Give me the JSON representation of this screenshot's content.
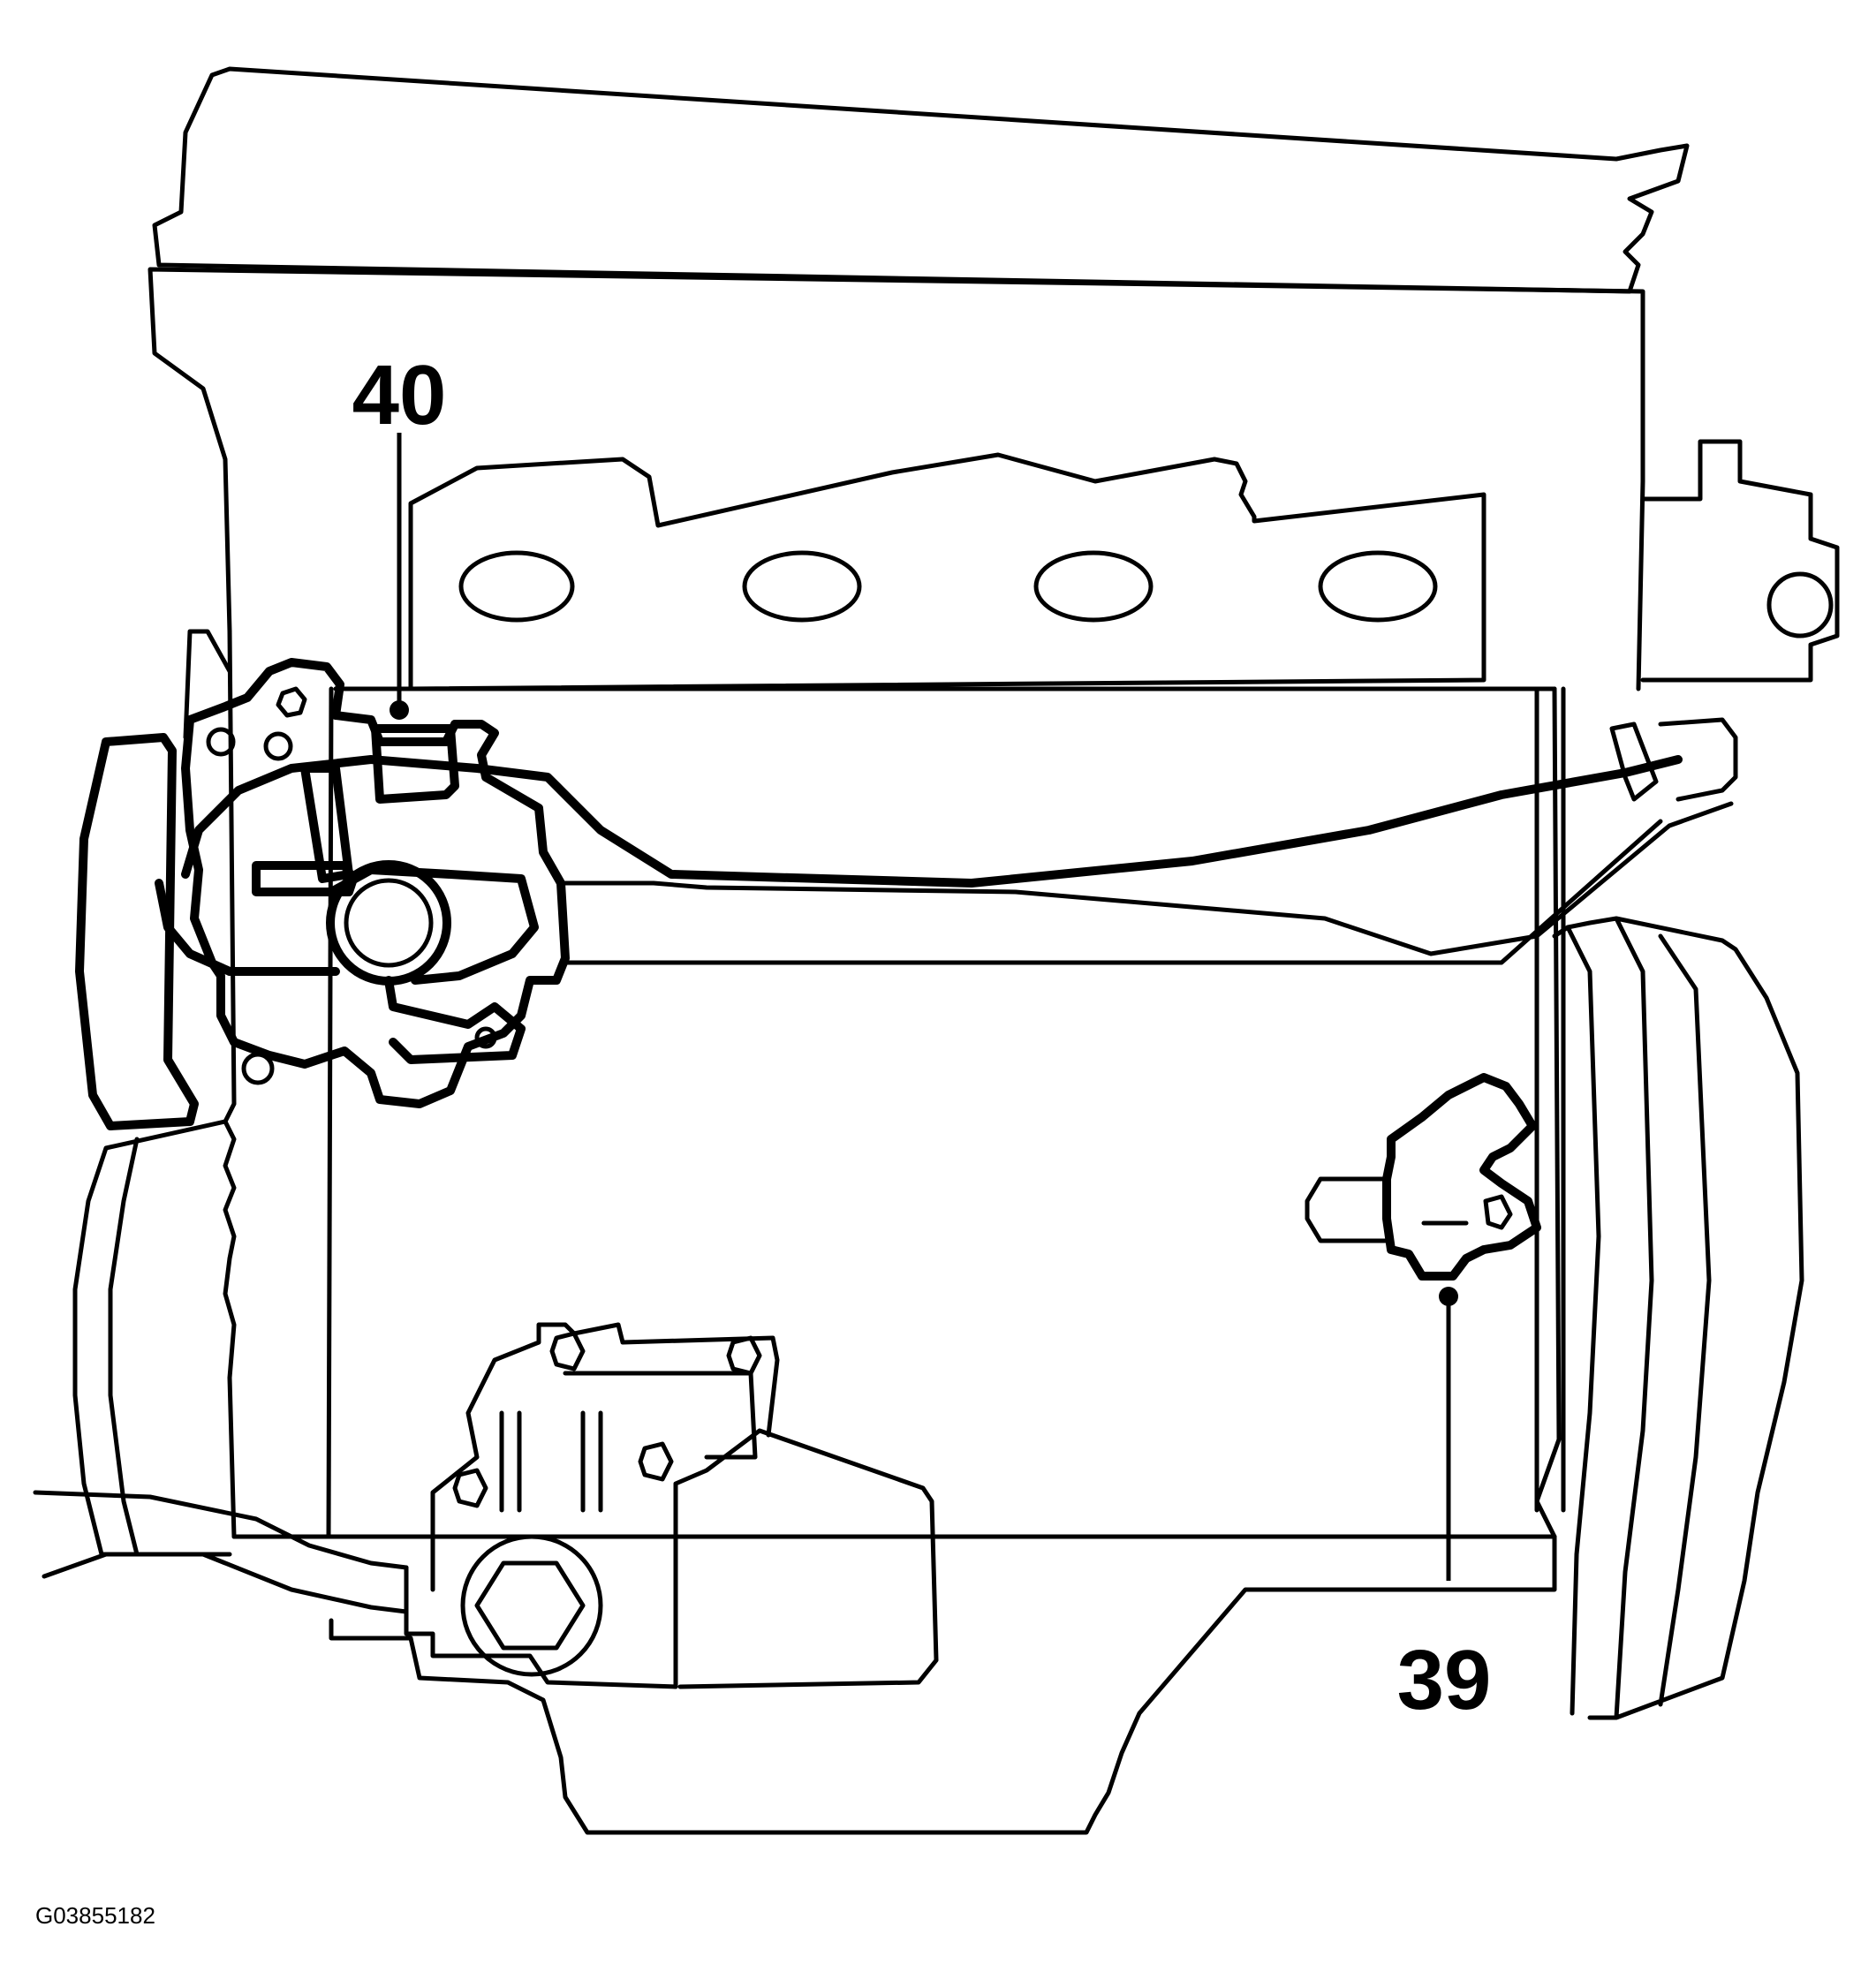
{
  "figure": {
    "id": "G03855182",
    "line_color": "#000000",
    "background": "#ffffff"
  },
  "callouts": [
    {
      "label": "40",
      "target": "throttle-body-upper-left"
    },
    {
      "label": "39",
      "target": "sensor-lower-right"
    }
  ]
}
